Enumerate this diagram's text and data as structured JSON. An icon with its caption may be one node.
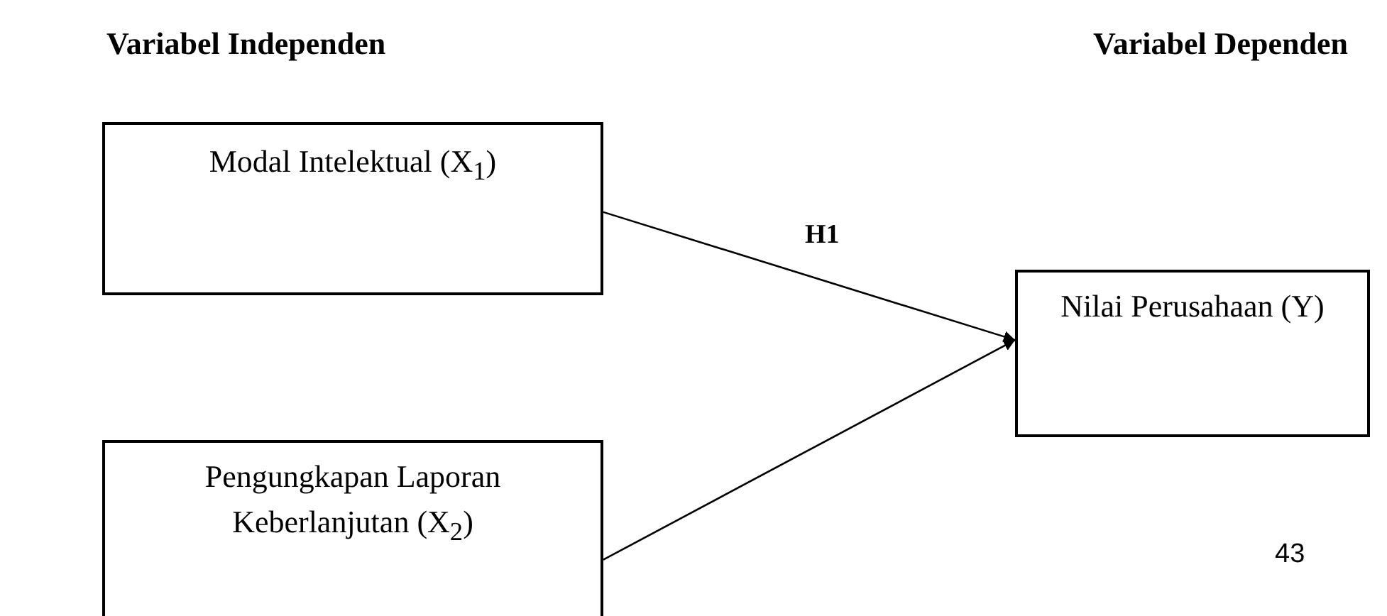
{
  "diagram": {
    "nodes": [
      {
        "text": [
          "Modal Intelektual (X$_{1}$)"
        ]
      },
      {
        "text": [
          "Pengungkapan Laporan Keberlanjutan (X$_{2}$)"
        ]
      },
      {
        "text": [
          "Nilai Perusahaan (Y)"
        ]
      }
    ],
    "edges": [
      {
        "from": 0,
        "to": 2,
        "arrow": "to",
        "label": "H1"
      },
      {
        "from": 1,
        "to": 2,
        "arrow": "to"
      }
    ],
    "labels": [
      "Variabel Independen",
      "Variabel Dependen",
      "43"
    ]
  }
}
